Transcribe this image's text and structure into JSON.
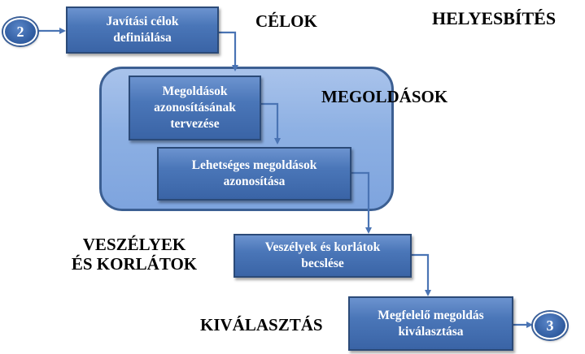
{
  "headings": {
    "helyesbites": "HELYESBÍTÉS",
    "celok": "CÉLOK",
    "megoldasok": "MEGOLDÁSOK",
    "veszelyek_line1": "VESZÉLYEK",
    "veszelyek_line2": "ÉS KORLÁTOK",
    "kivalasztas": "KIVÁLASZTÁS"
  },
  "steps": {
    "javitasi": [
      "Javítási célok",
      "definiálása"
    ],
    "megoldasok_tervezese": [
      "Megoldások",
      "azonosításának",
      "tervezése"
    ],
    "lehetseges": [
      "Lehetséges megoldások",
      "azonosítása"
    ],
    "veszelyek_becslese": [
      "Veszélyek és korlátok",
      "becslése"
    ],
    "megfelelo": [
      "Megfelelő megoldás",
      "kiválasztása"
    ]
  },
  "connectors": {
    "start": "2",
    "end": "3"
  },
  "colors": {
    "box_fill": "#4a76b8",
    "group_fill": "#8db0e3",
    "arrow": "#4a74b4"
  }
}
